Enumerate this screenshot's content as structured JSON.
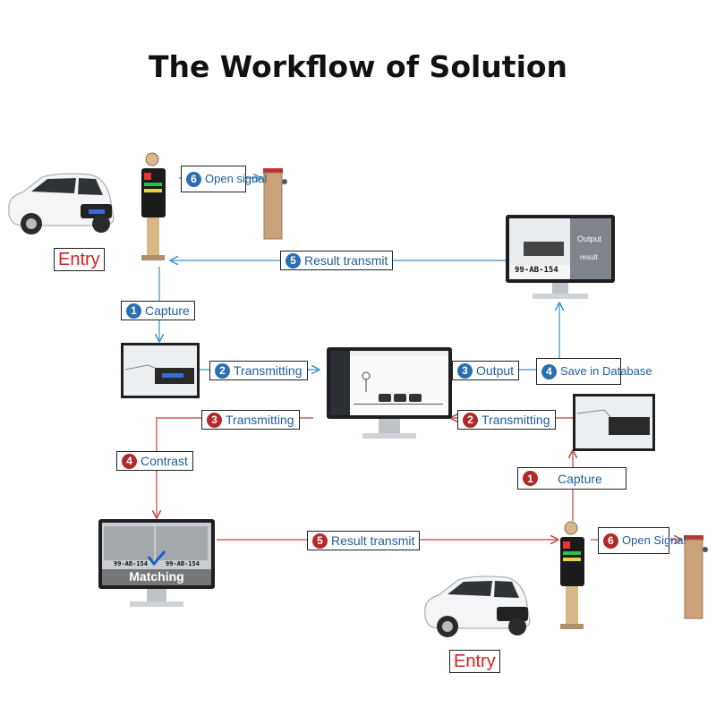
{
  "title": "The Workflow of Solution",
  "entry_labels": [
    "Entry",
    "Entry"
  ],
  "top_flow": [
    {
      "num": "6",
      "text": "Open signal"
    },
    {
      "num": "5",
      "text": "Result transmit"
    },
    {
      "num": "1",
      "text": "Capture"
    },
    {
      "num": "2",
      "text": "Transmitting"
    },
    {
      "num": "3",
      "text": "Output"
    },
    {
      "num": "4",
      "text": "Save in Database"
    }
  ],
  "bottom_flow": [
    {
      "num": "3",
      "text": "Transmitting"
    },
    {
      "num": "2",
      "text": "Transmitting"
    },
    {
      "num": "4",
      "text": "Contrast"
    },
    {
      "num": "1",
      "text": "Capture"
    },
    {
      "num": "5",
      "text": "Result transmit"
    },
    {
      "num": "6",
      "text": "Open Signal"
    }
  ],
  "monitor_output": {
    "output_text": "Output",
    "result_text": "result",
    "plate": "99-AB-154"
  },
  "matching_screen": {
    "caption": "Matching",
    "plates": [
      "99-AB-154",
      "99-AB-154"
    ]
  },
  "colors": {
    "blue_line": "#3b8fc9",
    "red_line": "#c0403c",
    "blue_badge": "#2a6fb1",
    "red_badge": "#b02a2a",
    "entry_text": "#d21f1f"
  }
}
